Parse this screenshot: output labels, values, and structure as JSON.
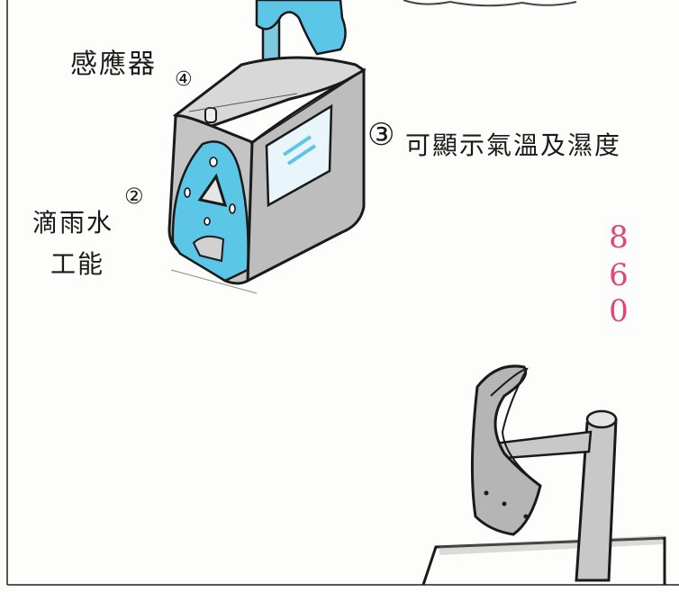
{
  "annotations": {
    "sensor": {
      "label": "感應器",
      "marker": "④"
    },
    "water_function": {
      "label_line1": "滴雨水",
      "label_line2": "工能",
      "marker": "②"
    },
    "display": {
      "label": "可顯示氣溫及濕度",
      "marker": "③"
    }
  },
  "code_digits": [
    "8",
    "6",
    "0"
  ],
  "colors": {
    "accent_blue": "#5cc6e6",
    "body_gray": "#c9c9c9",
    "ink": "#1a1a1a",
    "code_pink": "#e0457b"
  }
}
